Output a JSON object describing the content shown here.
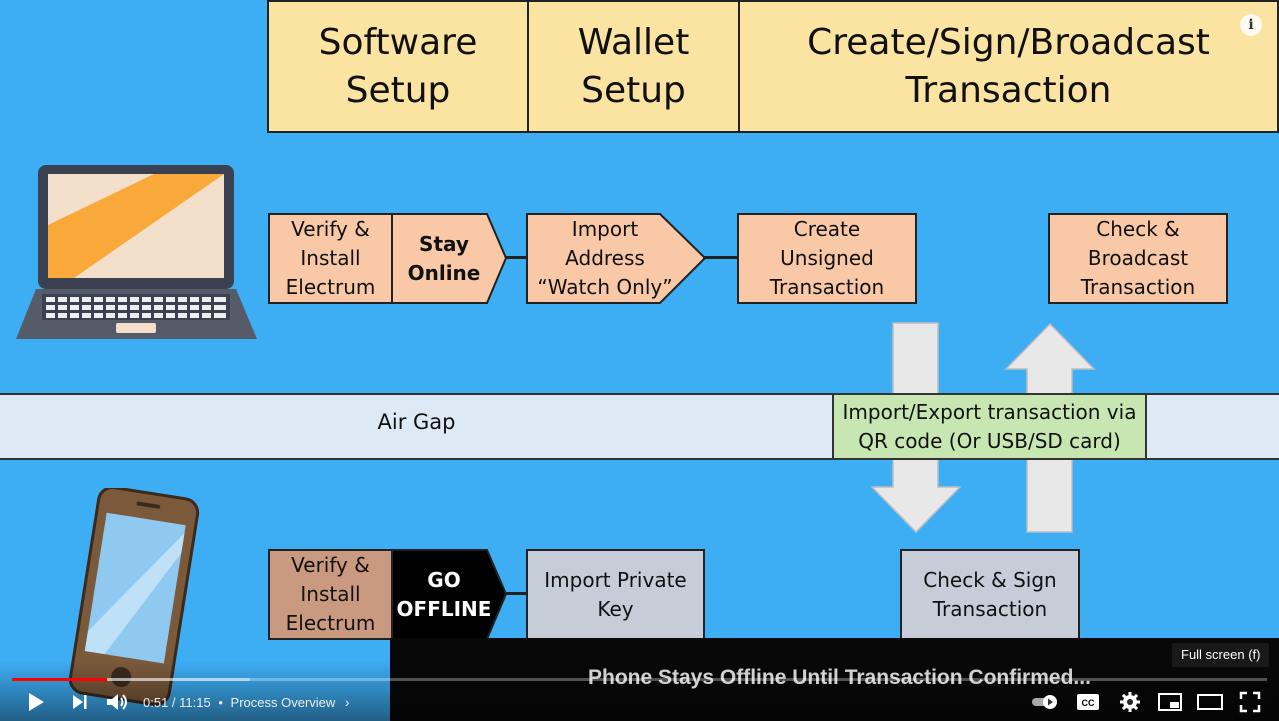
{
  "video": {
    "headers": [
      "Software\nSetup",
      "Wallet\nSetup",
      "Create/Sign/Broadcast\nTransaction"
    ],
    "online_row": {
      "verify": "Verify &\nInstall\nElectrum",
      "stay_online": "Stay\nOnline",
      "import_address": "Import\nAddress\n“Watch Only”",
      "create_tx": "Create\nUnsigned\nTransaction",
      "check_broadcast": "Check &\nBroadcast\nTransaction"
    },
    "air_gap": "Air Gap",
    "qr_label": "Import/Export transaction via\nQR code (Or USB/SD card)",
    "offline_row": {
      "verify": "Verify &\nInstall\nElectrum",
      "go_offline": "GO\nOFFLINE",
      "import_key": "Import Private\nKey",
      "check_sign": "Check & Sign\nTransaction"
    },
    "subtitle": "Phone Stays Offline Until Transaction Confirmed..."
  },
  "player": {
    "time": "0:51 / 11:15",
    "separator": "•",
    "chapter": "Process Overview",
    "progress_fraction": 0.0756,
    "buffered_fraction": 0.19,
    "tooltip": "Full screen (f)",
    "info_glyph": "i",
    "accent_color": "#ff0000"
  }
}
